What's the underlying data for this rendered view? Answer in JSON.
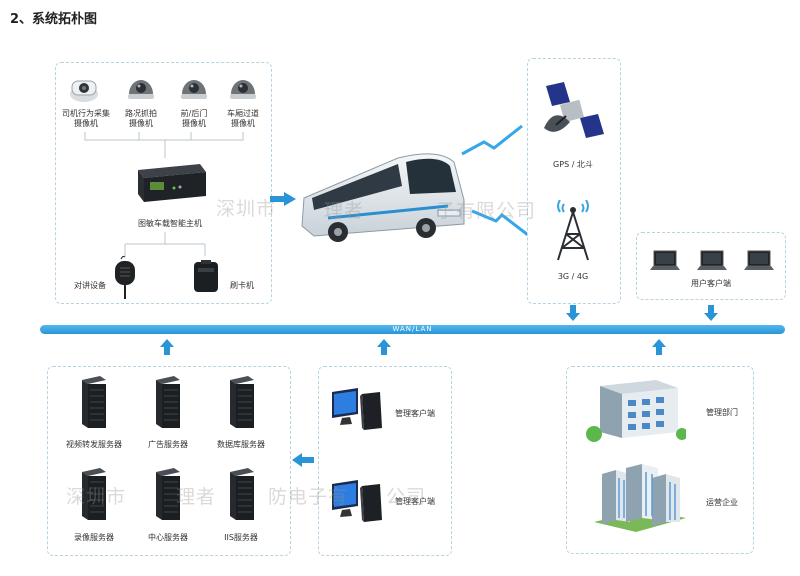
{
  "title": "2、系统拓朴图",
  "vehicle": {
    "cameras": [
      {
        "label1": "司机行为采集",
        "label2": "摄像机"
      },
      {
        "label1": "路况抓拍",
        "label2": "摄像机"
      },
      {
        "label1": "前/后门",
        "label2": "摄像机"
      },
      {
        "label1": "车厢过道",
        "label2": "摄像机"
      }
    ],
    "host": "图敏车载智能主机",
    "intercom": "对讲设备",
    "card_reader": "刷卡机"
  },
  "network": {
    "gps": "GPS / 北斗",
    "cellular": "3G / 4G"
  },
  "user_client": "用户客户端",
  "bus_label": "WAN/LAN",
  "servers": [
    "视频转发服务器",
    "广告服务器",
    "数据库服务器",
    "录像服务器",
    "中心服务器",
    "IIS服务器"
  ],
  "management_clients": [
    "管理客户端",
    "管理客户端"
  ],
  "organizations": [
    "管理部门",
    "运营企业"
  ],
  "watermarks": [
    "深圳市",
    "理者",
    "子有限公司",
    "深圳市",
    "理者",
    "防电子有",
    "公司"
  ]
}
